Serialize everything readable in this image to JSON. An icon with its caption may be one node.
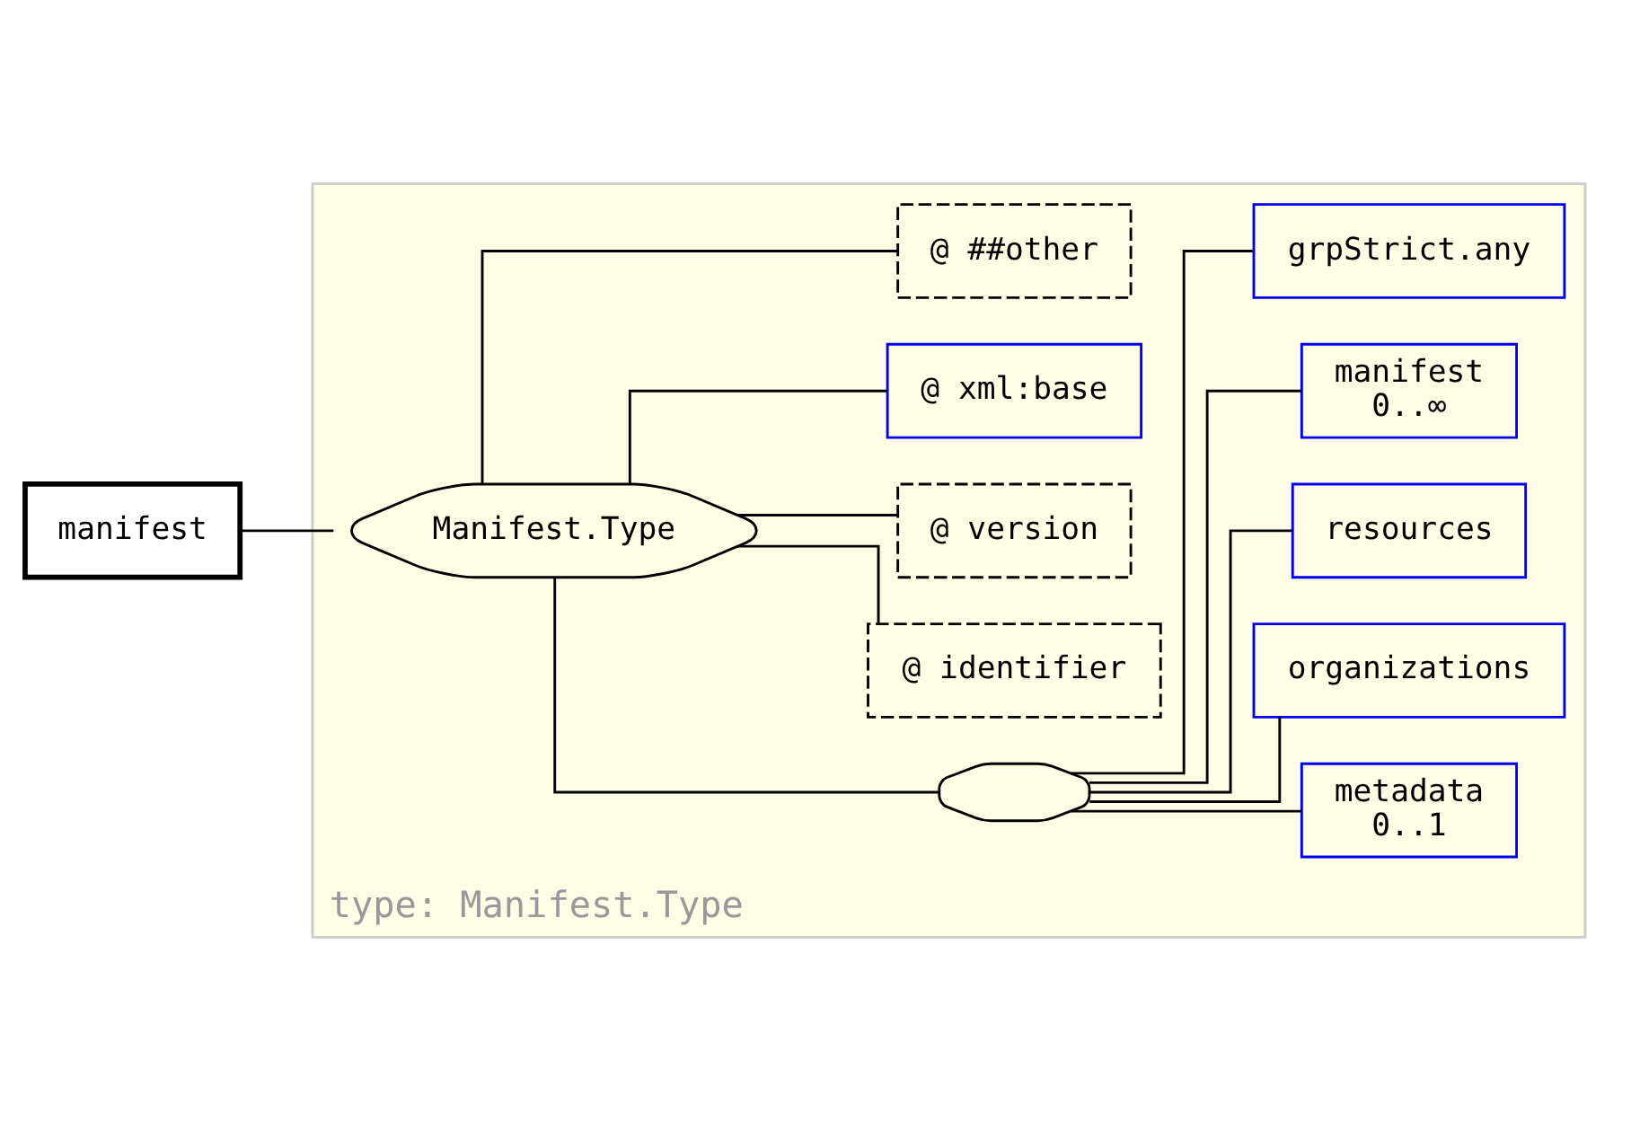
{
  "diagram": {
    "nodes": [
      {
        "text": [
          "manifest"
        ]
      },
      {
        "text": [
          "type: Manifest.Type"
        ]
      },
      {
        "text": [
          "Manifest.Type"
        ],
        "in": 1
      },
      {
        "text": [],
        "shape": "octagon",
        "in": 1
      },
      {
        "text": [
          "metadata",
          "0..1"
        ],
        "in": 1
      },
      {
        "text": [
          "organizations"
        ],
        "in": 1
      },
      {
        "text": [
          "resources"
        ],
        "in": 1
      },
      {
        "text": [
          "manifest",
          "0..∞"
        ],
        "in": 1
      },
      {
        "text": [
          "grpStrict.any"
        ],
        "in": 1
      },
      {
        "text": [
          "@ identifier"
        ],
        "in": 1
      },
      {
        "text": [
          "@ version"
        ],
        "in": 1
      },
      {
        "text": [
          "@ xml:base"
        ],
        "in": 1
      },
      {
        "text": [
          "@ ##other"
        ],
        "in": 1
      }
    ],
    "edges": [
      {
        "from": 0,
        "to": 2,
        "arrow": "none"
      },
      {
        "from": 2,
        "to": 3,
        "arrow": "none"
      },
      {
        "from": 3,
        "to": 4,
        "arrow": "none"
      },
      {
        "from": 3,
        "to": 5,
        "arrow": "none"
      },
      {
        "from": 3,
        "to": 6,
        "arrow": "none"
      },
      {
        "from": 3,
        "to": 7,
        "arrow": "none"
      },
      {
        "from": 3,
        "to": 8,
        "arrow": "none"
      },
      {
        "from": 2,
        "to": 9,
        "arrow": "none"
      },
      {
        "from": 2,
        "to": 10,
        "arrow": "none"
      },
      {
        "from": 2,
        "to": 11,
        "arrow": "none"
      },
      {
        "from": 2,
        "to": 12,
        "arrow": "none"
      }
    ]
  }
}
